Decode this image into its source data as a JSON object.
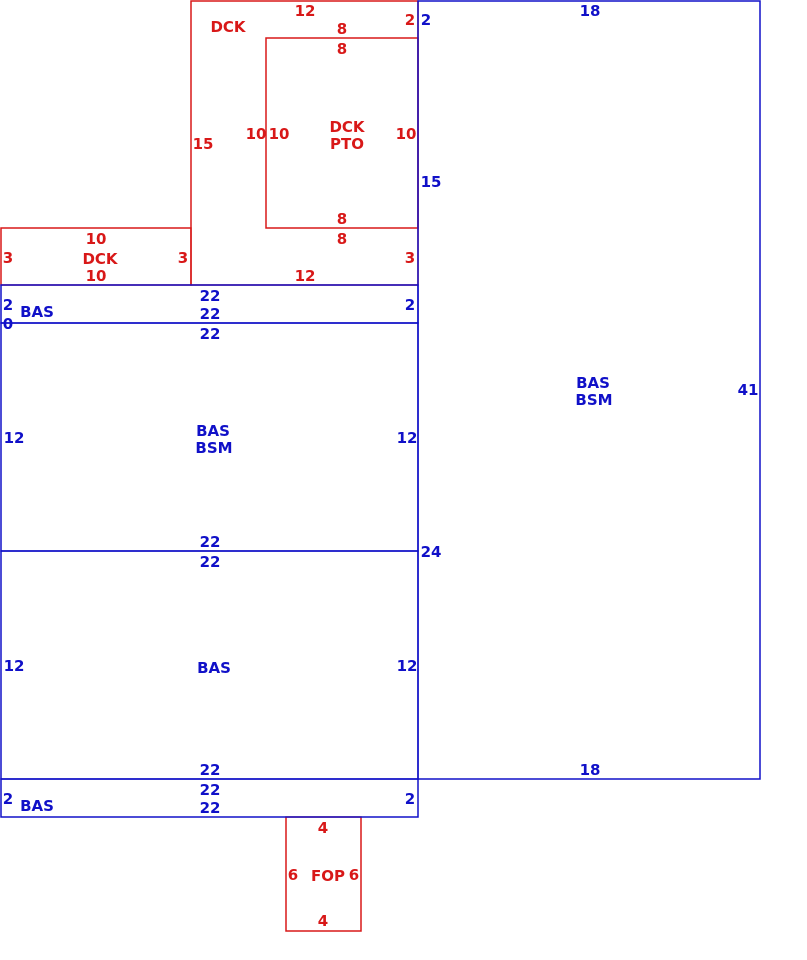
{
  "colors": {
    "living": "#1010c8",
    "exterior": "#d81818",
    "background": "#ffffff"
  },
  "areas": [
    {
      "id": "dck-upper",
      "kind": "exterior",
      "codes": [
        "DCK"
      ],
      "dims": {
        "top": "12",
        "top_right": "2",
        "left": "15",
        "bottom": "12",
        "right": "3"
      }
    },
    {
      "id": "dck-pto",
      "kind": "exterior",
      "codes": [
        "DCK",
        "PTO"
      ],
      "dims": {
        "top_out": "8",
        "top_in": "8",
        "left_out": "10",
        "left_in": "10",
        "right": "10",
        "bottom_in": "8",
        "bottom_out": "8"
      }
    },
    {
      "id": "dck-left",
      "kind": "exterior",
      "codes": [
        "DCK"
      ],
      "dims": {
        "top": "10",
        "bottom": "10",
        "left": "3",
        "right": "3"
      }
    },
    {
      "id": "bas-strip-top",
      "kind": "living",
      "codes": [
        "BAS"
      ],
      "dims": {
        "top": "22",
        "bottom": "22",
        "left": "2",
        "right": "2",
        "left_alt": "0"
      }
    },
    {
      "id": "bas-bsm-left",
      "kind": "living",
      "codes": [
        "BAS",
        "BSM"
      ],
      "dims": {
        "top": "22",
        "bottom": "22",
        "left": "12",
        "right": "12"
      }
    },
    {
      "id": "bas-lower",
      "kind": "living",
      "codes": [
        "BAS"
      ],
      "dims": {
        "top": "22",
        "bottom": "22",
        "left": "12",
        "right": "12"
      }
    },
    {
      "id": "bas-strip-bottom",
      "kind": "living",
      "codes": [
        "BAS"
      ],
      "dims": {
        "top": "22",
        "bottom": "22",
        "left": "2",
        "right": "2"
      }
    },
    {
      "id": "bas-bsm-right",
      "kind": "living",
      "codes": [
        "BAS",
        "BSM"
      ],
      "dims": {
        "top": "18",
        "bottom": "18",
        "right": "41",
        "left_top": "2",
        "left_mid": "15",
        "left_low": "24"
      }
    },
    {
      "id": "fop",
      "kind": "exterior",
      "codes": [
        "FOP"
      ],
      "dims": {
        "top": "4",
        "bottom": "4",
        "left": "6",
        "right": "6"
      }
    }
  ]
}
